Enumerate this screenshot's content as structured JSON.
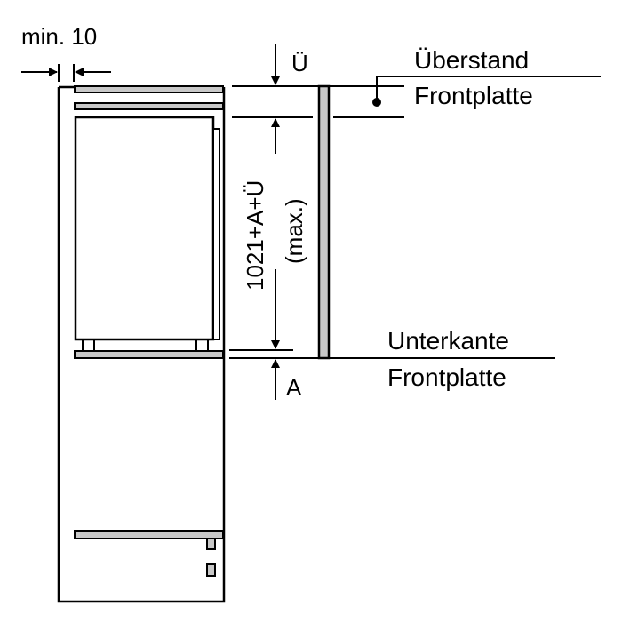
{
  "diagram": {
    "type": "technical installation drawing",
    "colors": {
      "line": "#000000",
      "panel_fill": "#c8c8c8",
      "background": "#ffffff"
    }
  },
  "labels": {
    "min_gap": "min. 10",
    "overhang_symbol": "Ü",
    "overhang_title_line1": "Überstand",
    "overhang_title_line2": "Frontplatte",
    "height_dimension": "1021+A+Ü",
    "height_qualifier": "(max.)",
    "bottom_symbol": "A",
    "bottom_title_line1": "Unterkante",
    "bottom_title_line2": "Frontplatte"
  }
}
